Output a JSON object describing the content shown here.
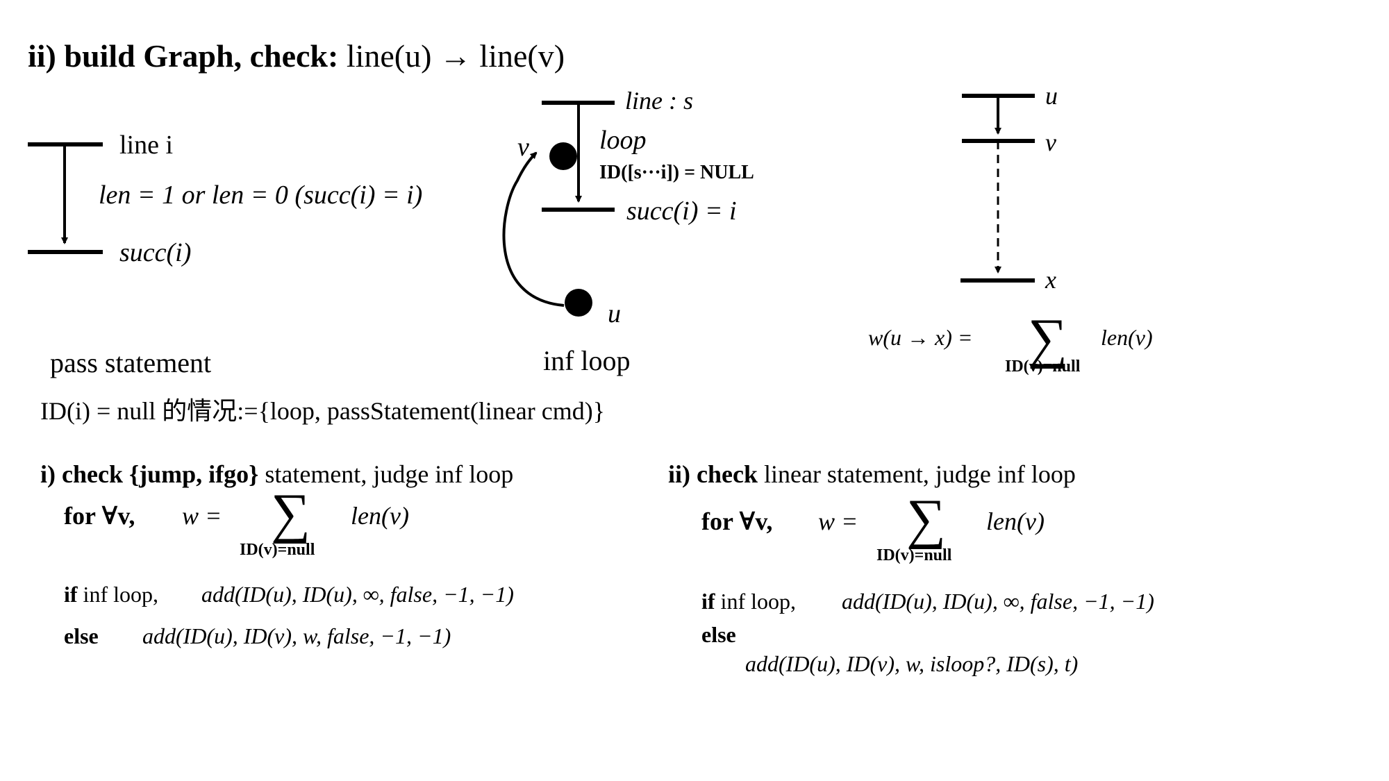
{
  "header": {
    "num": "ii)",
    "bold": "build Graph, check:",
    "expr": "line(u) → line(v)"
  },
  "panel_pass": {
    "top_label": "line i",
    "middle_label": "len = 1 or len = 0 (succ(i) = i)",
    "bottom_label": "succ(i)",
    "caption": "pass statement"
  },
  "panel_loop": {
    "top_label": "line : s",
    "loop_label": "loop",
    "id_label": "ID([s···i]) = NULL",
    "bottom_label": "succ(i) = i",
    "node_v": "v",
    "node_u": "u",
    "caption": "inf loop"
  },
  "panel_chain": {
    "u": "u",
    "v": "v",
    "x": "x",
    "formula_left": "w(u → x) =",
    "sum_sub": "ID(v)=null",
    "formula_right": "len(v)"
  },
  "id_null_line": "ID(i) = null 的情况:={loop, passStatement(linear cmd)}",
  "section_i": {
    "heading_num": "i)",
    "heading_bold": "check {jump, ifgo}",
    "heading_rest": "statement, judge inf loop",
    "for_line": "for ∀v,",
    "w_eq": "w =",
    "sum_sub": "ID(v)=null",
    "len": "len(v)",
    "if_kw": "if",
    "if_rest": "inf loop,",
    "if_expr": "add(ID(u), ID(u), ∞, false, −1, −1)",
    "else_kw": "else",
    "else_expr": "add(ID(u), ID(v), w, false, −1, −1)"
  },
  "section_ii": {
    "heading_num": "ii)",
    "heading_bold": "check",
    "heading_rest": "linear statement, judge inf loop",
    "for_line": "for ∀v,",
    "w_eq": "w =",
    "sum_sub": "ID(v)=null",
    "len": "len(v)",
    "if_kw": "if",
    "if_rest": "inf loop,",
    "if_expr": "add(ID(u), ID(u), ∞, false, −1, −1)",
    "else_kw": "else",
    "else_expr": "add(ID(u), ID(v), w, isloop?, ID(s), t)"
  },
  "symbols": {
    "sigma": "∑"
  }
}
